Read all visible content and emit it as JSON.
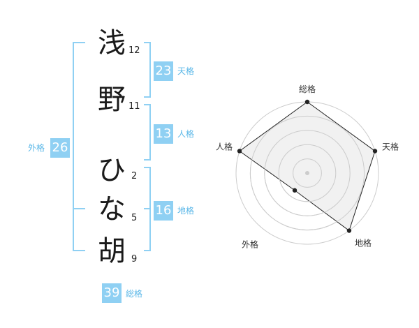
{
  "characters": [
    {
      "char": "浅",
      "strokes": "12"
    },
    {
      "char": "野",
      "strokes": "11"
    },
    {
      "char": "ひ",
      "strokes": "2"
    },
    {
      "char": "な",
      "strokes": "5"
    },
    {
      "char": "胡",
      "strokes": "9"
    }
  ],
  "fortunes": {
    "tenkaku": {
      "value": "23",
      "label": "天格"
    },
    "jinkaku": {
      "value": "13",
      "label": "人格"
    },
    "chikaku": {
      "value": "16",
      "label": "地格"
    },
    "gaikaku": {
      "value": "26",
      "label": "外格"
    },
    "soukaku": {
      "value": "39",
      "label": "総格"
    }
  },
  "chart_data": {
    "type": "radar",
    "axes": [
      "総格",
      "天格",
      "地格",
      "外格",
      "人格"
    ],
    "values": [
      1.0,
      1.0,
      1.0,
      0.3,
      1.0
    ],
    "rings": 5,
    "colors": {
      "fill": "#eeeeee",
      "stroke": "#222222",
      "grid": "#cccccc"
    }
  }
}
